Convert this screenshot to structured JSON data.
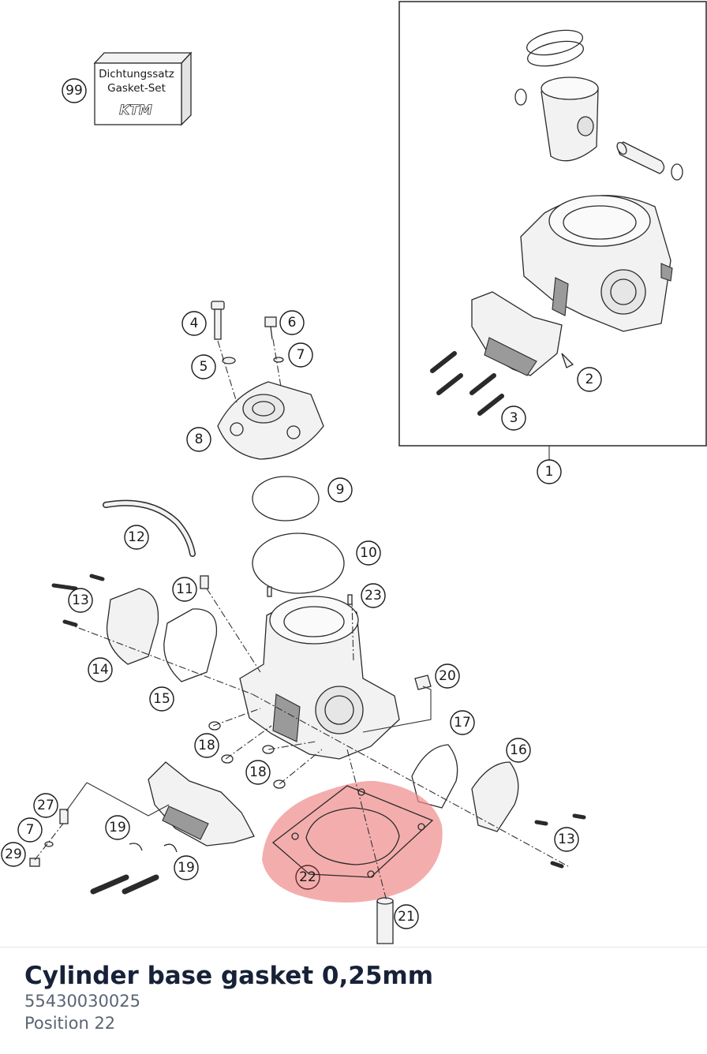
{
  "highlight_color": "#f08a8a",
  "gasket_set": {
    "line1": "Dichtungssatz",
    "line2": "Gasket-Set",
    "logo": "KTM"
  },
  "callouts": {
    "c1": "1",
    "c2": "2",
    "c3": "3",
    "c4": "4",
    "c5": "5",
    "c6": "6",
    "c7a": "7",
    "c7b": "7",
    "c8": "8",
    "c9": "9",
    "c10": "10",
    "c11": "11",
    "c12": "12",
    "c13a": "13",
    "c13b": "13",
    "c14": "14",
    "c15": "15",
    "c16": "16",
    "c17": "17",
    "c18a": "18",
    "c18b": "18",
    "c19a": "19",
    "c19b": "19",
    "c20": "20",
    "c21": "21",
    "c22": "22",
    "c23": "23",
    "c27": "27",
    "c29": "29",
    "c99": "99"
  },
  "part": {
    "name": "Cylinder base gasket 0,25mm",
    "number": "55430030025",
    "position": "Position 22"
  }
}
